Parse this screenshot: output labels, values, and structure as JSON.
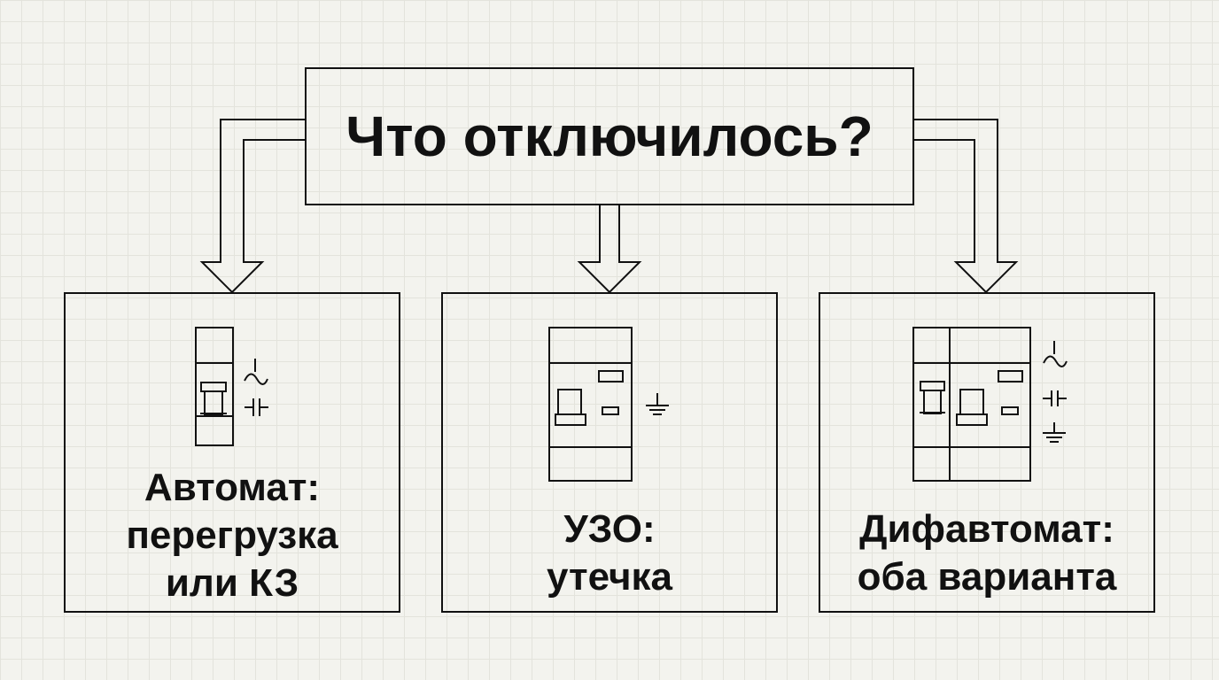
{
  "question": "Что отключилось?",
  "boxes": [
    {
      "id": "left",
      "icon": "circuit-breaker-icon",
      "lines": [
        "Автомат:",
        "перегрузка",
        "или КЗ"
      ]
    },
    {
      "id": "mid",
      "icon": "rcd-icon",
      "lines": [
        "УЗО:",
        "утечка"
      ]
    },
    {
      "id": "right",
      "icon": "rcbo-icon",
      "lines": [
        "Дифавтомат:",
        "оба варианта"
      ]
    }
  ],
  "colors": {
    "background": "#f3f3ee",
    "grid": "#e3e3dc",
    "stroke": "#111111"
  }
}
